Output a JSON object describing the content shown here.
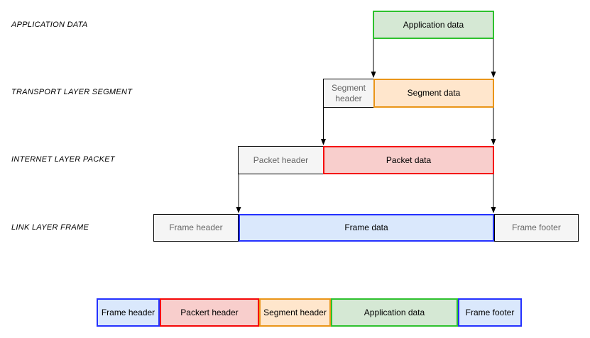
{
  "palette": {
    "green_fill": "#d5e8d4",
    "green_border": "#2ec12e",
    "orange_fill": "#ffe6cc",
    "orange_border": "#ea9518",
    "red_fill": "#f8cecc",
    "red_border": "#f50707",
    "blue_fill": "#dae8fc",
    "blue_border": "#2431ff",
    "gray_fill": "#f5f5f5",
    "gray_border": "#000000",
    "gray_text": "#666666",
    "label_text": "#000000",
    "background": "#ffffff"
  },
  "layers": [
    {
      "label": "APPLICATION DATA",
      "boxes": [
        {
          "text": "Application data"
        }
      ]
    },
    {
      "label": "TRANSPORT LAYER SEGMENT",
      "boxes": [
        {
          "text": "Segment header"
        },
        {
          "text": "Segment data"
        }
      ]
    },
    {
      "label": "INTERNET LAYER PACKET",
      "boxes": [
        {
          "text": "Packet header"
        },
        {
          "text": "Packet data"
        }
      ]
    },
    {
      "label": "LINK LAYER FRAME",
      "boxes": [
        {
          "text": "Frame header"
        },
        {
          "text": "Frame data"
        },
        {
          "text": "Frame footer"
        }
      ]
    }
  ],
  "assembled_frame": {
    "segments": [
      {
        "text": "Frame header"
      },
      {
        "text": "Packert header"
      },
      {
        "text": "Segment header"
      },
      {
        "text": "Application data"
      },
      {
        "text": "Frame footer"
      }
    ]
  }
}
